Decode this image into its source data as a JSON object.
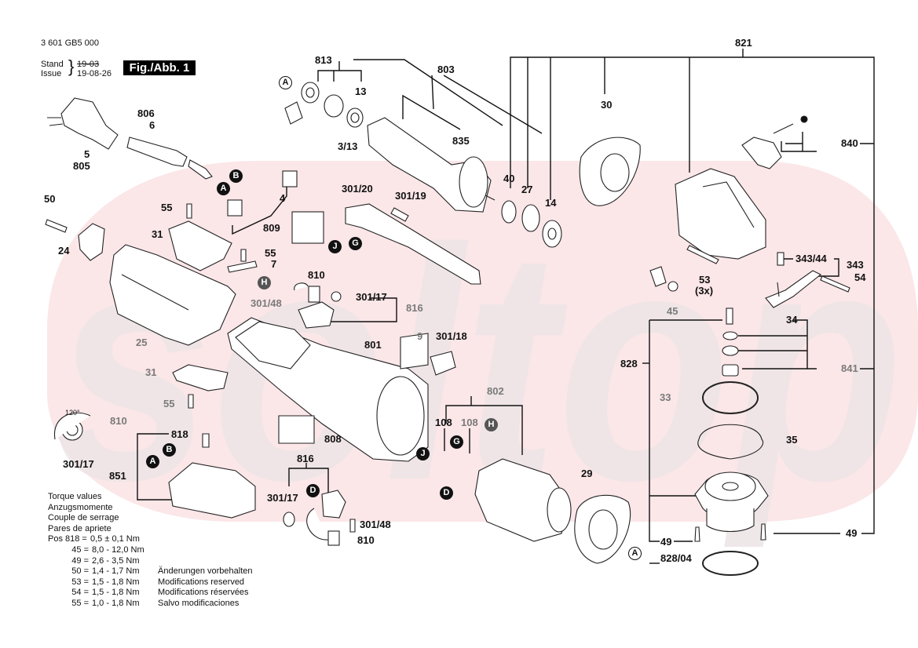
{
  "header": {
    "part_number": "3 601 GB5 000",
    "stand_label": "Stand",
    "issue_label": "Issue",
    "stand_old_date": "19-03",
    "issue_date": "19-08-26",
    "figure_label": "Fig./Abb. 1"
  },
  "watermark": {
    "text": "soltop",
    "band_color": "#fbe6e8",
    "text_color": "#e9e2e3"
  },
  "callouts": {
    "c813": "813",
    "c803": "803",
    "c13": "13",
    "c3_13": "3/13",
    "c835": "835",
    "c806": "806",
    "c6": "6",
    "c5": "5",
    "c805": "805",
    "c50": "50",
    "c24": "24",
    "c55a": "55",
    "c31a": "31",
    "c4": "4",
    "c809": "809",
    "c55b": "55",
    "c7": "7",
    "c301_20": "301/20",
    "c301_19": "301/19",
    "c810a": "810",
    "c301_17a": "301/17",
    "c816a": "816",
    "c301_48a": "301/48",
    "c25": "25",
    "c31b": "31",
    "c55c": "55",
    "c801": "801",
    "c9": "9",
    "c301_18": "301/18",
    "c120": "120°",
    "c810b": "810",
    "c301_17b": "301/17",
    "c818": "818",
    "c851": "851",
    "c808": "808",
    "c802": "802",
    "c108a": "108",
    "c108b": "108",
    "c816b": "816",
    "c301_17c": "301/17",
    "c301_48b": "301/48",
    "c810c": "810",
    "c29": "29",
    "c821": "821",
    "c30": "30",
    "c40": "40",
    "c27": "27",
    "c14": "14",
    "c840": "840",
    "c53": "53",
    "c3x": "(3x)",
    "c45": "45",
    "c343_44": "343/44",
    "c343": "343",
    "c54": "54",
    "c34": "34",
    "c828": "828",
    "c841": "841",
    "c33": "33",
    "c35": "35",
    "c49a": "49",
    "c49b": "49",
    "c828_04": "828/04"
  },
  "markers": {
    "A": "A",
    "B": "B",
    "D": "D",
    "G": "G",
    "H": "H",
    "J": "J"
  },
  "torque": {
    "titles": [
      "Torque values",
      "Anzugsmomente",
      "Couple de serrage",
      "Pares de apriete"
    ],
    "rows": [
      {
        "pos": "Pos 818 =",
        "value": "0,5 ± 0,1 Nm"
      },
      {
        "pos": "45 =",
        "value": "8,0 - 12,0 Nm"
      },
      {
        "pos": "49 =",
        "value": "2,6 - 3,5 Nm"
      },
      {
        "pos": "50 =",
        "value": "1,4 - 1,7 Nm"
      },
      {
        "pos": "53 =",
        "value": "1,5 - 1,8 Nm"
      },
      {
        "pos": "54 =",
        "value": "1,5 - 1,8 Nm"
      },
      {
        "pos": "55 =",
        "value": "1,0 - 1,8 Nm"
      }
    ]
  },
  "modifications": [
    "Änderungen vorbehalten",
    "Modifications reserved",
    "Modifications réservées",
    "Salvo modificaciones"
  ]
}
